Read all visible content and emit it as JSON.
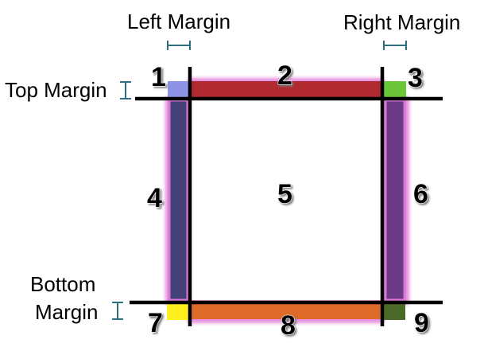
{
  "labels": {
    "left_margin": "Left Margin",
    "right_margin": "Right Margin",
    "top_margin": "Top Margin",
    "bottom_margin_line1": "Bottom",
    "bottom_margin_line2": "Margin"
  },
  "regions": [
    {
      "number": "1",
      "color": "#8b94e6"
    },
    {
      "number": "2",
      "color": "#b02a30"
    },
    {
      "number": "3",
      "color": "#6cc63a"
    },
    {
      "number": "4",
      "color": "#44407a"
    },
    {
      "number": "5",
      "color": "#ffffff"
    },
    {
      "number": "6",
      "color": "#6a3a86"
    },
    {
      "number": "7",
      "color": "#ffef1e"
    },
    {
      "number": "8",
      "color": "#de6a2a"
    },
    {
      "number": "9",
      "color": "#4a6a2a"
    }
  ],
  "colors": {
    "grid_line": "#000000",
    "margin_marker": "#2e6f82",
    "glow": "#e07ad8"
  }
}
